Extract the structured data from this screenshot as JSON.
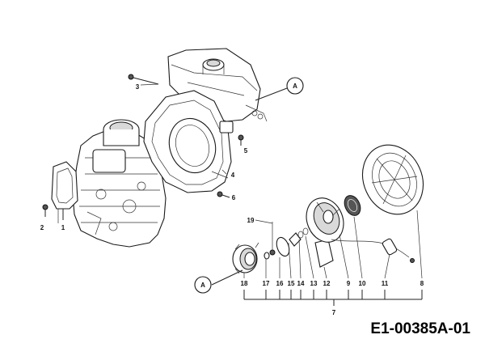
{
  "diagram": {
    "code": "E1-00385A-01",
    "callout": "A",
    "part_labels": {
      "p1": "1",
      "p2": "2",
      "p3": "3",
      "p4": "4",
      "p5": "5",
      "p6": "6",
      "p7": "7",
      "p8": "8",
      "p9": "9",
      "p10": "10",
      "p11": "11",
      "p12": "12",
      "p13": "13",
      "p14": "14",
      "p15": "15",
      "p16": "16",
      "p17": "17",
      "p18": "18",
      "p19": "19"
    }
  }
}
